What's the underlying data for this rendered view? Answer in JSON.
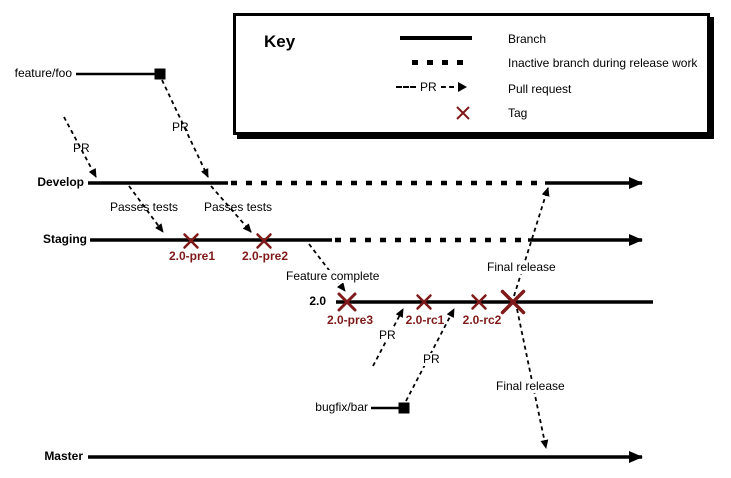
{
  "key": {
    "title": "Key",
    "items": [
      {
        "icon": "solid-line",
        "label": "Branch"
      },
      {
        "icon": "dotted-line",
        "label": "Inactive branch during release work"
      },
      {
        "icon": "pr-arrow",
        "symbol_text": "PR",
        "label": "Pull request"
      },
      {
        "icon": "tag-x",
        "label": "Tag"
      }
    ]
  },
  "branches": {
    "feature": "feature/foo",
    "develop": "Develop",
    "staging": "Staging",
    "release": "2.0",
    "bugfix": "bugfix/bar",
    "master": "Master"
  },
  "annotations": {
    "pr": "PR",
    "passes_tests": "Passes tests",
    "feature_complete": "Feature complete",
    "final_release": "Final release"
  },
  "tags": {
    "labels": [
      "2.0-pre1",
      "2.0-pre2",
      "2.0-pre3",
      "2.0-rc1",
      "2.0-rc2"
    ]
  },
  "colors": {
    "tag": "#7f1a1a",
    "line": "#000000",
    "background": "#ffffff"
  }
}
